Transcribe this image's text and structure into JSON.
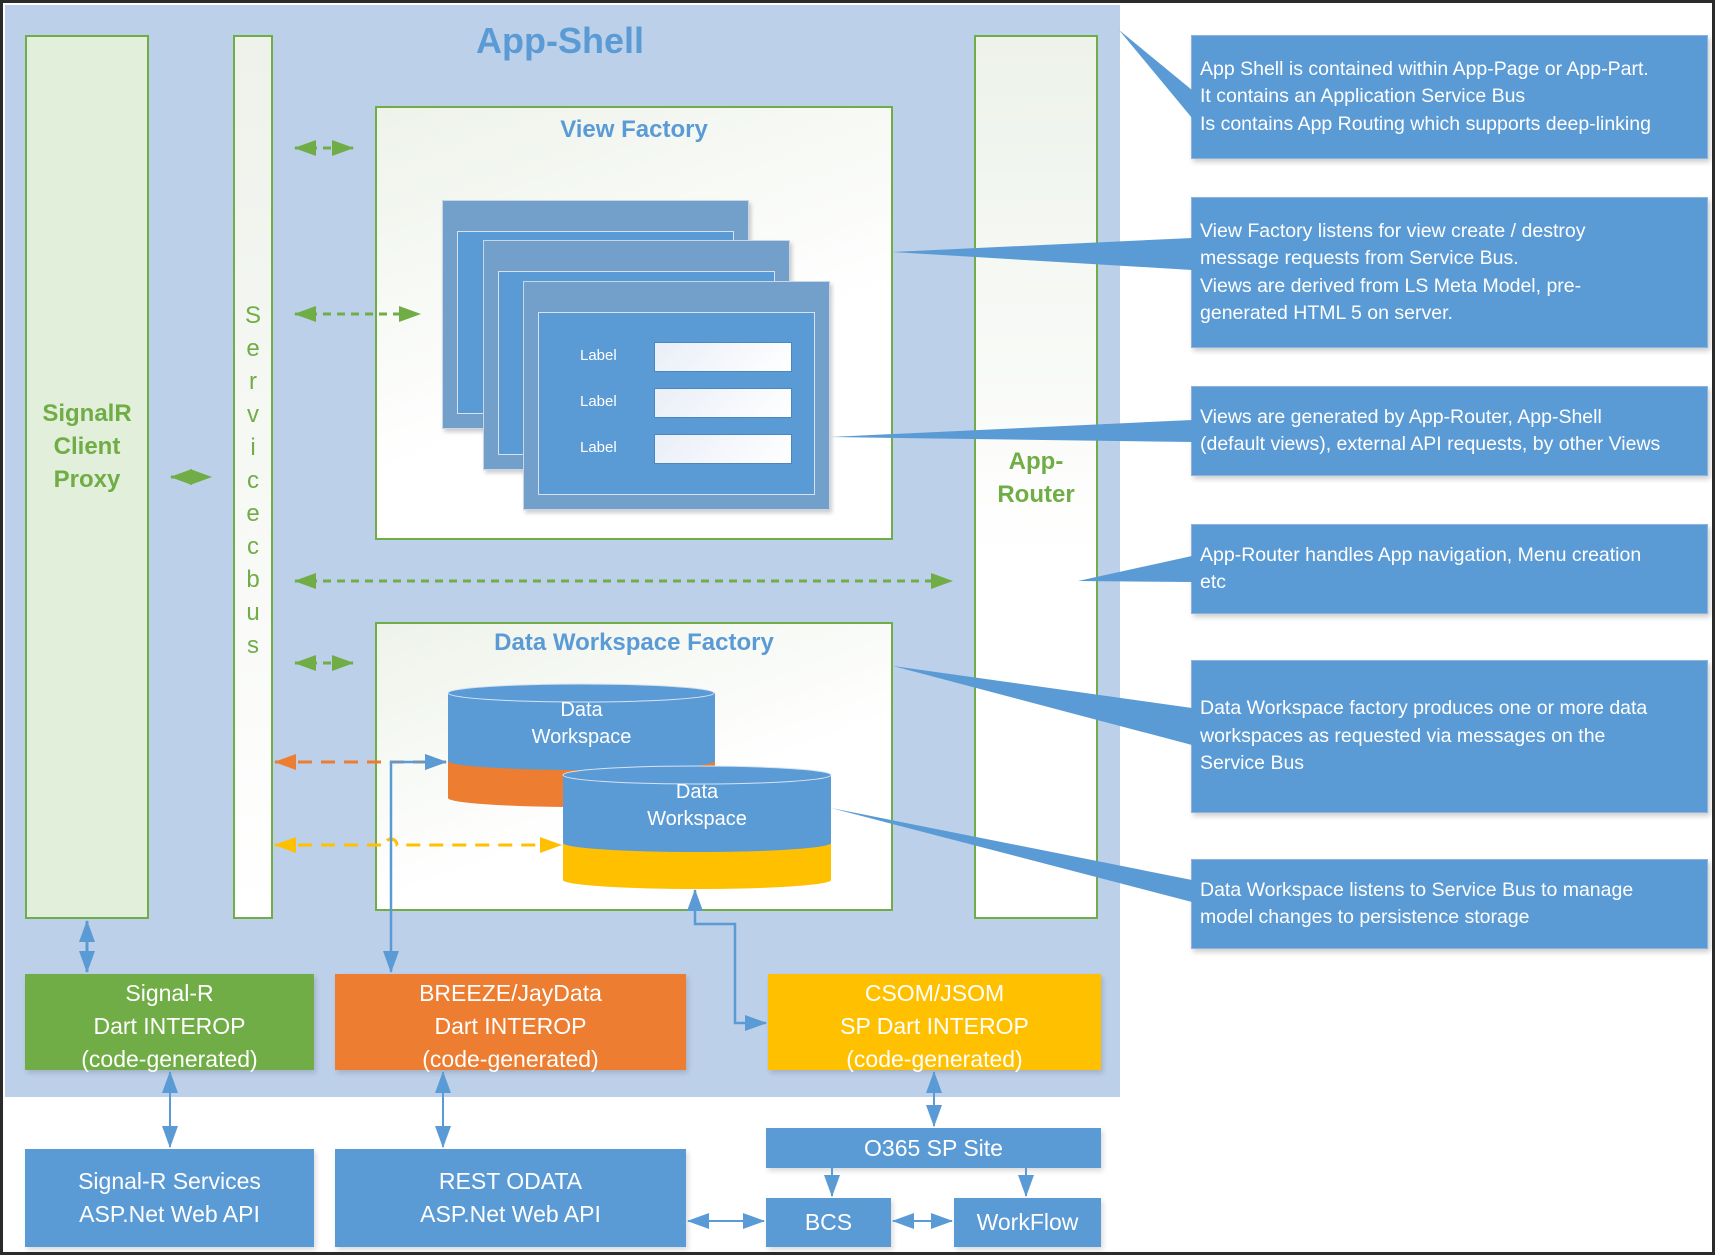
{
  "app_shell": {
    "title": "App-Shell"
  },
  "signalr_proxy": {
    "label": "SignalR\nClient\nProxy"
  },
  "servicebus": {
    "letters": [
      "S",
      "e",
      "r",
      "v",
      "i",
      "c",
      "e",
      "c",
      "b",
      "u",
      "s"
    ]
  },
  "app_router": {
    "label": "App-\nRouter"
  },
  "view_factory": {
    "title": "View Factory",
    "form_labels": [
      "Label",
      "Label",
      "Label"
    ],
    "form_values": [
      "",
      "",
      ""
    ]
  },
  "data_workspace_factory": {
    "title": "Data Workspace Factory",
    "workspaces": [
      {
        "label": "Data\nWorkspace",
        "storage_color": "#ed7d31"
      },
      {
        "label": "Data\nWorkspace",
        "storage_color": "#ffc000"
      }
    ]
  },
  "interop": {
    "signalr": {
      "text": "Signal-R\nDart INTEROP\n(code-generated)",
      "color": "#70ad47"
    },
    "breeze": {
      "text": "BREEZE/JayData\nDart INTEROP\n(code-generated)",
      "color": "#ed7d31"
    },
    "csom": {
      "text": "CSOM/JSOM\nSP Dart INTEROP\n(code-generated)",
      "color": "#ffc000"
    }
  },
  "backend": {
    "signalr_services": "Signal-R Services\nASP.Net Web API",
    "rest_odata": "REST  ODATA\nASP.Net Web API",
    "o365": "O365 SP Site",
    "bcs": "BCS",
    "workflow": "WorkFlow"
  },
  "callouts": [
    "App Shell is contained within App-Page or App-Part.\nIt contains an Application Service Bus\nIs contains App Routing which supports deep-linking",
    "View Factory listens for view create / destroy\nmessage requests from Service Bus.\nViews are derived from LS Meta Model, pre-\ngenerated HTML 5 on server.",
    "Views are generated by App-Router, App-Shell\n(default views), external API requests, by other Views",
    "App-Router handles App navigation, Menu creation\netc",
    "Data Workspace factory produces one or more data\nworkspaces as requested via messages on the\nService Bus",
    "Data Workspace listens to Service Bus to manage\nmodel changes to persistence storage"
  ],
  "colors": {
    "shell_bg": "#bdd0e9",
    "green": "#70ad47",
    "blue": "#5b9bd5",
    "orange": "#ed7d31",
    "gold": "#ffc000"
  }
}
